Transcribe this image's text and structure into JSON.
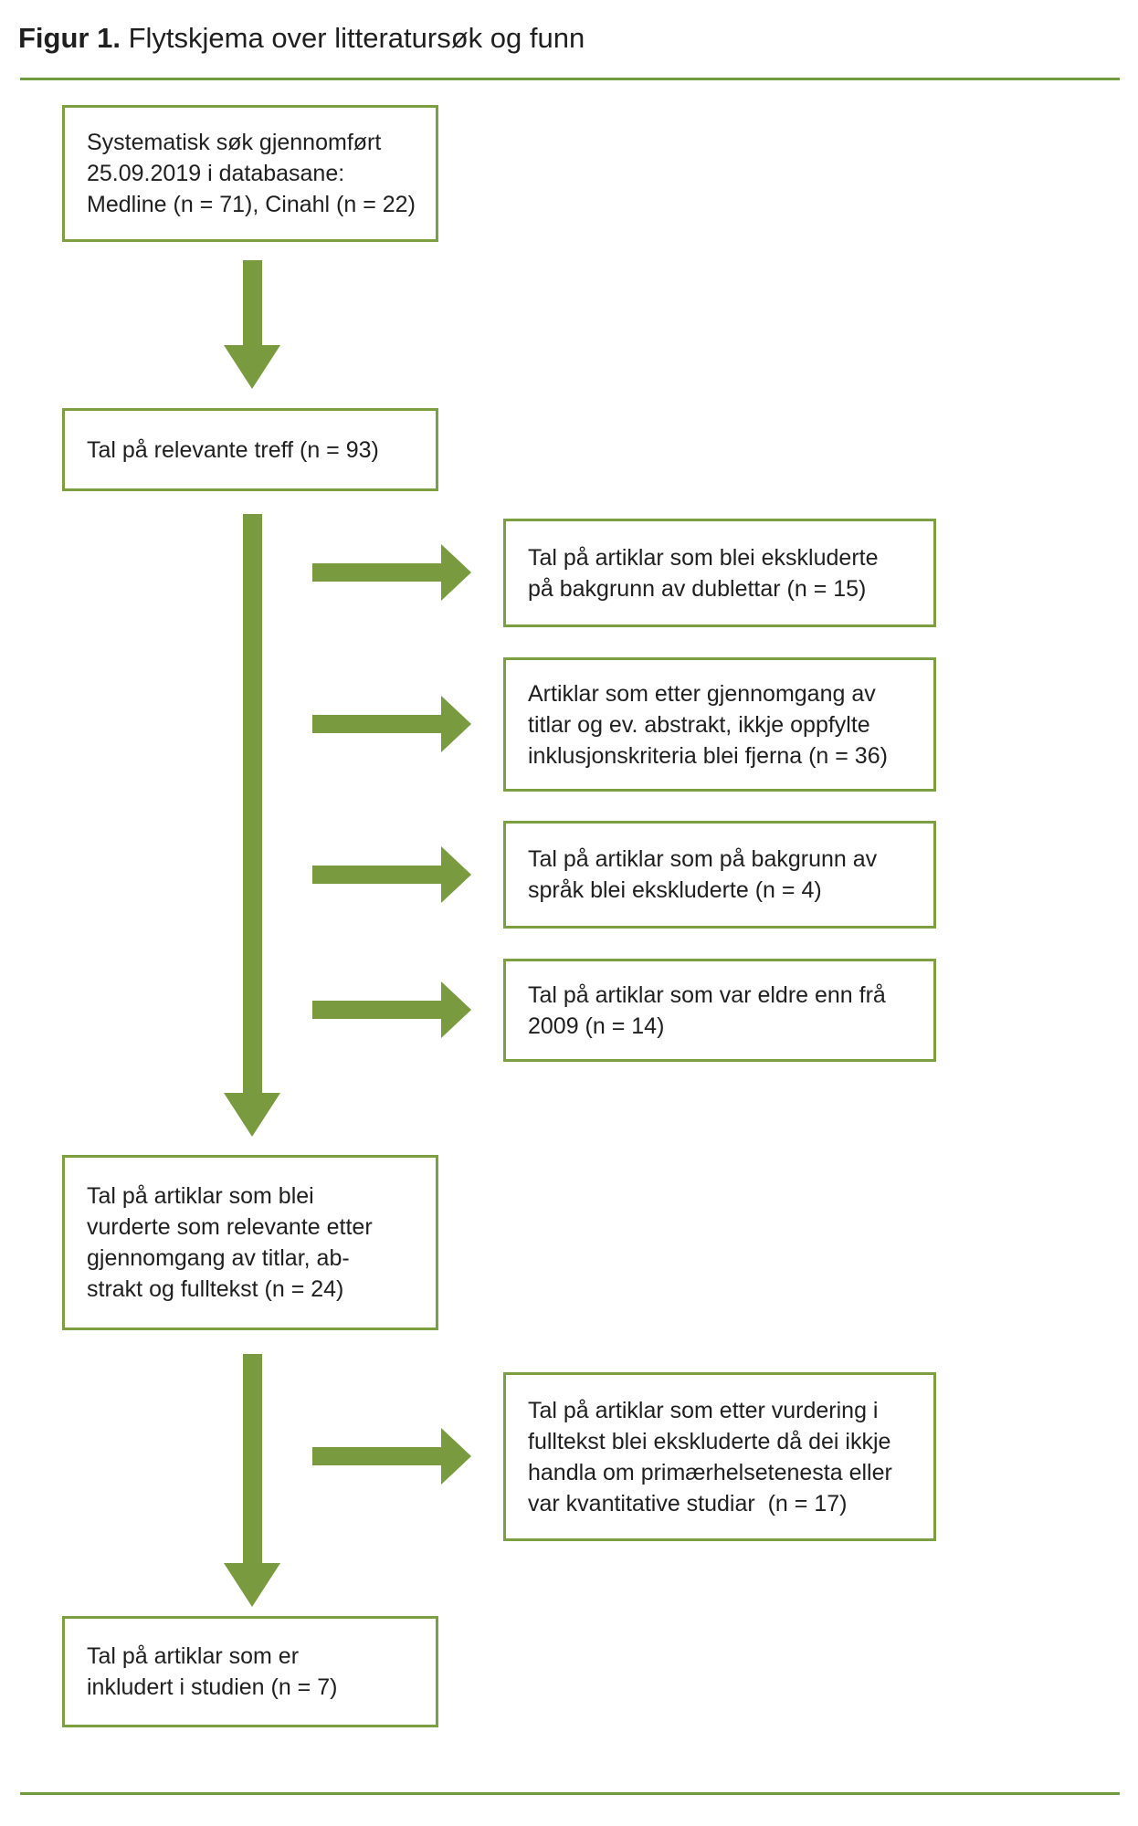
{
  "title": {
    "prefix": "Figur 1.",
    "text": "Flytskjema over litteratursøk og funn"
  },
  "colors": {
    "arrow_green": "#7a9a40",
    "box_border_green": "#7ca041",
    "divider_green": "#6f9c3e",
    "text": "#1f1f1f",
    "background": "#ffffff"
  },
  "flowchart": {
    "search": "Systematisk søk gjennomført\n25.09.2019 i databasane:\nMedline (n = 71), Cinahl (n = 22)",
    "hits": "Tal på relevante treff (n = 93)",
    "excluded_duplicates": "Tal på artiklar som blei ekskluderte\npå bakgrunn av dublettar (n = 15)",
    "excluded_title_abstract": "Artiklar som etter gjennomgang av\ntitlar og ev. abstrakt, ikkje oppfylte\ninklusjonskriteria blei fjerna (n = 36)",
    "excluded_language": "Tal på artiklar som på bakgrunn av\nspråk blei ekskluderte (n = 4)",
    "excluded_year": "Tal på artiklar som var eldre enn frå\n2009 (n = 14)",
    "relevant_after_review": "Tal på artiklar som blei\nvurderte som relevante etter\ngjennomgang av titlar, ab-\nstrakt og fulltekst (n = 24)",
    "excluded_fulltext": "Tal på artiklar som etter vurdering i\nfulltekst blei ekskluderte då dei ikkje\nhandla om primærhelsetenesta eller\nvar kvantitative studiar  (n = 17)",
    "included": "Tal på artiklar som er\ninkludert i studien (n = 7)"
  }
}
